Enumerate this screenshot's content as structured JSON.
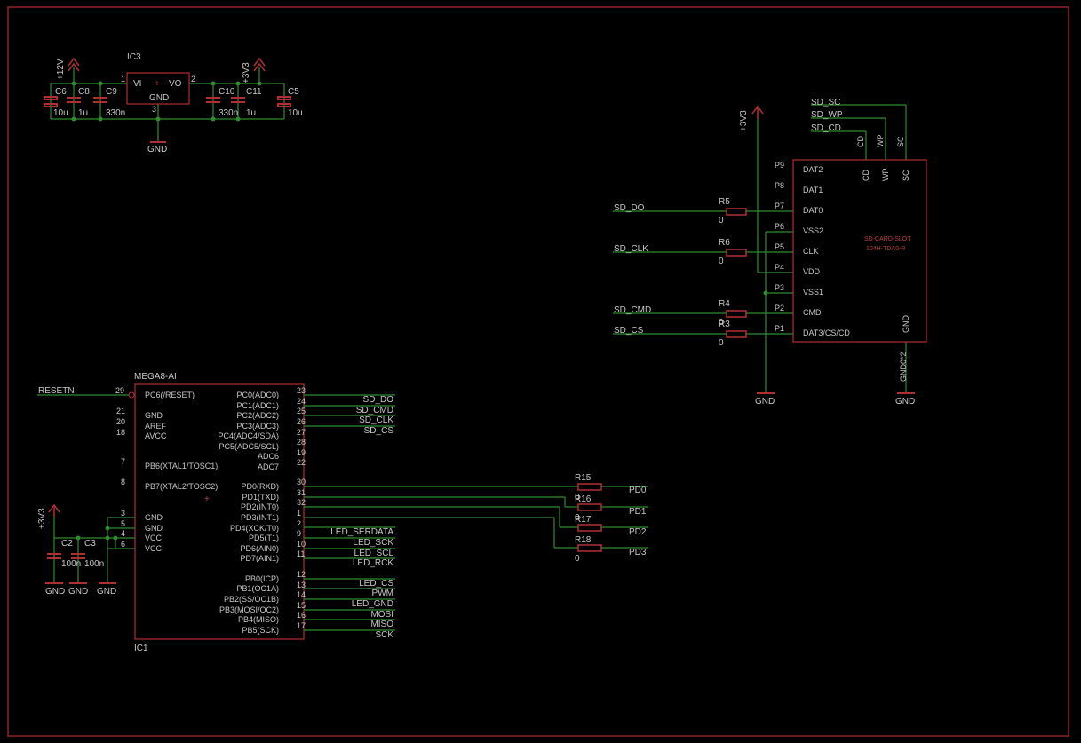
{
  "labels": {
    "ic3_name": "IC3",
    "ic3_vi": "VI",
    "ic3_vo": "VO",
    "ic3_gnd": "GND",
    "ic3_pin1": "1",
    "ic3_pin2": "2",
    "ic3_pin3": "3",
    "pwr_12v": "+12V",
    "pwr_3v3_top": "+3V3",
    "pwr_3v3_sd": "+3V3",
    "pwr_3v3_left": "+3V3",
    "c6": "C6",
    "c8": "C8",
    "c9": "C9",
    "c10": "C10",
    "c11": "C11",
    "c5": "C5",
    "v_10u_a": "10u",
    "v_1u_a": "1u",
    "v_330n_a": "330n",
    "v_330n_b": "330n",
    "v_1u_b": "1u",
    "v_10u_b": "10u",
    "gnd_reg": "GND",
    "sd_sc_net": "SD_SC",
    "sd_wp_net": "SD_WP",
    "sd_cd_net": "SD_CD",
    "cd_top": "CD",
    "wp_top": "WP",
    "sc_top": "SC",
    "sd_do": "SD_DO",
    "sd_clk": "SD_CLK",
    "sd_cmd": "SD_CMD",
    "sd_cs": "SD_CS",
    "r5": "R5",
    "r6": "R6",
    "r4": "R4",
    "r3": "R3",
    "r5_val": "0",
    "r6_val": "0",
    "r4_val": "0",
    "r3_val": "0",
    "p9": "P9",
    "p8": "P8",
    "p7": "P7",
    "p6": "P6",
    "p5": "P5",
    "p4": "P4",
    "p3": "P3",
    "p2": "P2",
    "p1": "P1",
    "dat2": "DAT2",
    "dat1": "DAT1",
    "dat0": "DAT0",
    "vss2": "VSS2",
    "clk": "CLK",
    "vdd": "VDD",
    "vss1": "VSS1",
    "cmd": "CMD",
    "dat3": "DAT3/CS/CD",
    "cd_in": "CD",
    "wp_in": "WP",
    "sc_in": "SC",
    "gnd_in": "GND",
    "slot_name": "SD-CARD-SLOT",
    "slot_part": "104H-TDA0-R",
    "gnd0p2": "GND0*2",
    "gnd_sd1": "GND",
    "gnd_sd2": "GND",
    "mega_name": "MEGA8-AI",
    "ic1": "IC1",
    "resetn": "RESETN",
    "n29": "29",
    "pc6": "PC6(/RESET)",
    "n21": "21",
    "gnd_a": "GND",
    "n20": "20",
    "aref": "AREF",
    "n18": "18",
    "avcc": "AVCC",
    "n7": "7",
    "pb6": "PB6(XTAL1/TOSC1)",
    "n8": "8",
    "pb7": "PB7(XTAL2/TOSC2)",
    "n3": "3",
    "gnd_b": "GND",
    "n5": "5",
    "gnd_c": "GND",
    "n4": "4",
    "vcc_a": "VCC",
    "n6": "6",
    "vcc_b": "VCC",
    "pc0": "PC0(ADC0)",
    "pc1": "PC1(ADC1)",
    "pc2": "PC2(ADC2)",
    "pc3": "PC3(ADC3)",
    "pc4": "PC4(ADC4/SDA)",
    "pc5": "PC5(ADC5/SCL)",
    "adc6": "ADC6",
    "adc7": "ADC7",
    "pd0": "PD0(RXD)",
    "pd1": "PD1(TXD)",
    "pd2": "PD2(INT0)",
    "pd3": "PD3(INT1)",
    "pd4": "PD4(XCK/T0)",
    "pd5": "PD5(T1)",
    "pd6": "PD6(AIN0)",
    "pd7": "PD7(AIN1)",
    "pb0": "PB0(ICP)",
    "pb1": "PB1(OC1A)",
    "pb2": "PB2(SS/OC1B)",
    "pb3": "PB3(MOSI/OC2)",
    "pb4": "PB4(MISO)",
    "pb5": "PB5(SCK)",
    "r23": "23",
    "r24": "24",
    "r25": "25",
    "r26": "26",
    "r27": "27",
    "r28": "28",
    "r19": "19",
    "r22": "22",
    "r30": "30",
    "r31": "31",
    "r32": "32",
    "r1": "1",
    "r2": "2",
    "r9": "9",
    "r10": "10",
    "r11": "11",
    "r12": "12",
    "r13": "13",
    "r14": "14",
    "r15n": "15",
    "r16n": "16",
    "r17n": "17",
    "net_sd_do": "SD_DO",
    "net_sd_cmd": "SD_CMD",
    "net_sd_clk": "SD_CLK",
    "net_sd_cs": "SD_CS",
    "led_serdata": "LED_SERDATA",
    "led_sck": "LED_SCK",
    "led_scl": "LED_SCL",
    "led_rck": "LED_RCK",
    "led_cs": "LED_CS",
    "pwm": "PWM",
    "led_gnd": "LED_GND",
    "mosi": "MOSI",
    "miso": "MISO",
    "sck": "SCK",
    "r15": "R15",
    "r16": "R16",
    "r17": "R17",
    "r18": "R18",
    "r16_val": "0",
    "r17_val": "0",
    "r18_val": "0",
    "pd0_out": "PD0",
    "pd1_out": "PD1",
    "pd2_out": "PD2",
    "pd3_out": "PD3",
    "c2": "C2",
    "c3": "C3",
    "c2_val": "100n",
    "c3_val": "100n",
    "gnd_c2": "GND",
    "gnd_c3": "GND",
    "gnd_mcu": "GND"
  },
  "colors": {
    "background": "#000000",
    "frame": "#b03030",
    "wire": "#2e8b2e",
    "symbol": "#b03030",
    "text": "#c8c8c8"
  }
}
